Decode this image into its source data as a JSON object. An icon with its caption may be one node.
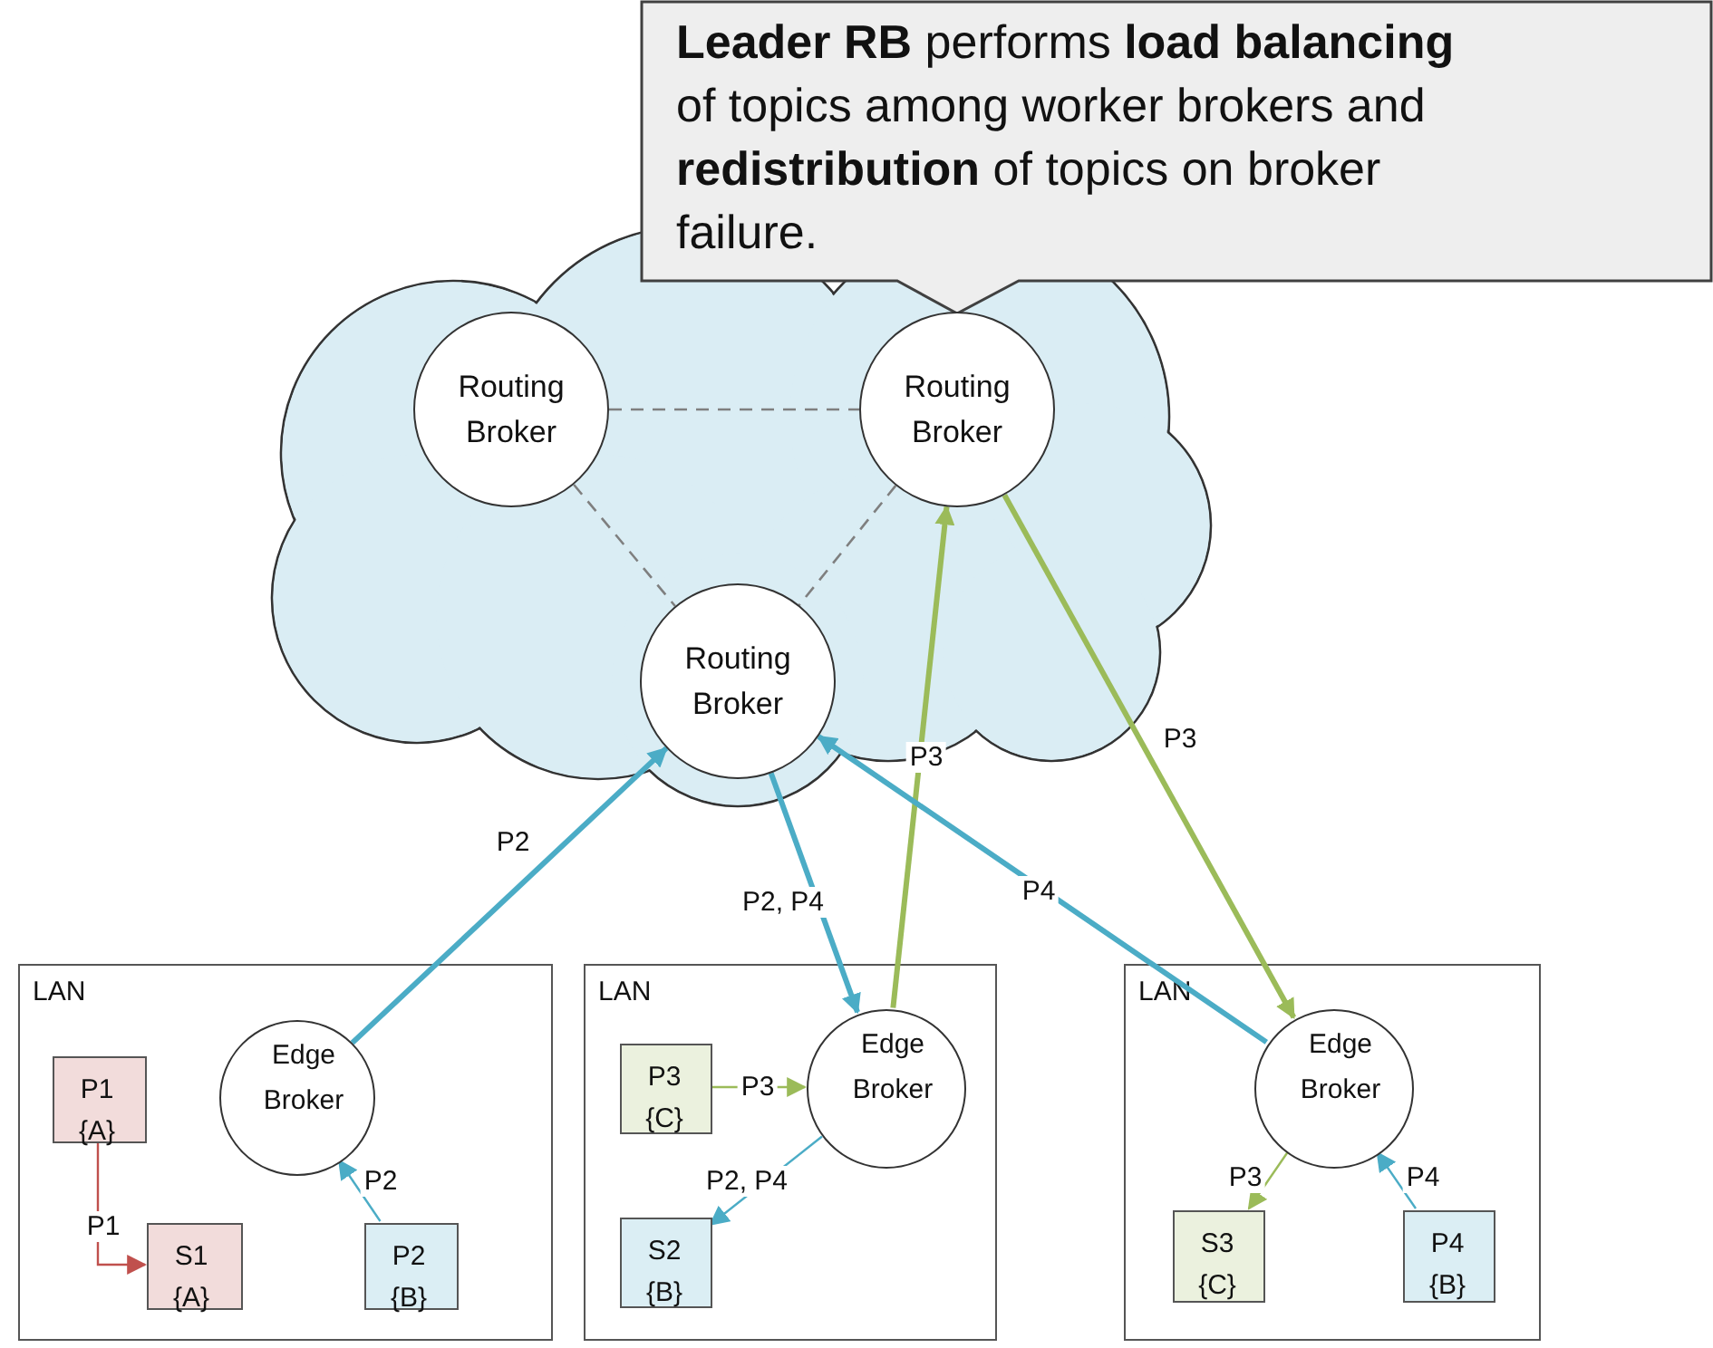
{
  "diagram": {
    "nodes": [
      {
        "text": [
          "**Leader RB** performs **load balancing** of topics among worker brokers and **redistribution** of topics on broker failure."
        ]
      },
      {
        "text": [],
        "shape": "cloud"
      },
      {
        "text": [
          "Routing Broker"
        ],
        "in": 1
      },
      {
        "text": [
          "Routing Broker"
        ],
        "in": 1
      },
      {
        "text": [
          "Routing Broker"
        ],
        "in": 1
      },
      {
        "text": [
          "LAN"
        ]
      },
      {
        "text": [
          "Edge Broker"
        ],
        "in": 5
      },
      {
        "text": [
          "P1 {A}"
        ],
        "in": 5
      },
      {
        "text": [
          "S1 {A}"
        ],
        "in": 5
      },
      {
        "text": [
          "P2 {B}"
        ],
        "in": 5
      },
      {
        "text": [
          "LAN"
        ]
      },
      {
        "text": [
          "Edge Broker"
        ],
        "in": 10
      },
      {
        "text": [
          "P3 {C}"
        ],
        "in": 10
      },
      {
        "text": [
          "S2 {B}"
        ],
        "in": 10
      },
      {
        "text": [
          "LAN"
        ]
      },
      {
        "text": [
          "Edge Broker"
        ],
        "in": 14
      },
      {
        "text": [
          "S3 {C}"
        ],
        "in": 14
      },
      {
        "text": [
          "P4 {B}"
        ],
        "in": 14
      }
    ],
    "edges": [
      {
        "from": 2,
        "to": 3,
        "arrow": "none",
        "style": "dashed",
        "color": "#7f7f7f"
      },
      {
        "from": 2,
        "to": 4,
        "arrow": "none",
        "style": "dashed",
        "color": "#7f7f7f"
      },
      {
        "from": 3,
        "to": 4,
        "arrow": "none",
        "style": "dashed",
        "color": "#7f7f7f"
      },
      {
        "from": 6,
        "to": 4,
        "arrow": "to",
        "label": "P2",
        "style": "thick"
      },
      {
        "from": 4,
        "to": 11,
        "arrow": "to",
        "label": "P2, P4",
        "style": "thick"
      },
      {
        "from": 11,
        "to": 3,
        "arrow": "to",
        "label": "P3",
        "style": "thick",
        "color": "#9bbb59"
      },
      {
        "from": 3,
        "to": 15,
        "arrow": "to",
        "label": "P3",
        "style": "thick",
        "color": "#9bbb59"
      },
      {
        "from": 15,
        "to": 4,
        "arrow": "to",
        "label": "P4",
        "style": "thick"
      },
      {
        "from": 7,
        "to": 8,
        "arrow": "to",
        "label": "P1",
        "color": "#c0504d"
      },
      {
        "from": 9,
        "to": 6,
        "arrow": "to",
        "label": "P2"
      },
      {
        "from": 12,
        "to": 11,
        "arrow": "to",
        "label": "P3",
        "color": "#9bbb59"
      },
      {
        "from": 11,
        "to": 13,
        "arrow": "to",
        "label": "P2, P4"
      },
      {
        "from": 15,
        "to": 16,
        "arrow": "to",
        "label": "P3",
        "color": "#9bbb59"
      },
      {
        "from": 17,
        "to": 15,
        "arrow": "to",
        "label": "P4"
      }
    ]
  }
}
